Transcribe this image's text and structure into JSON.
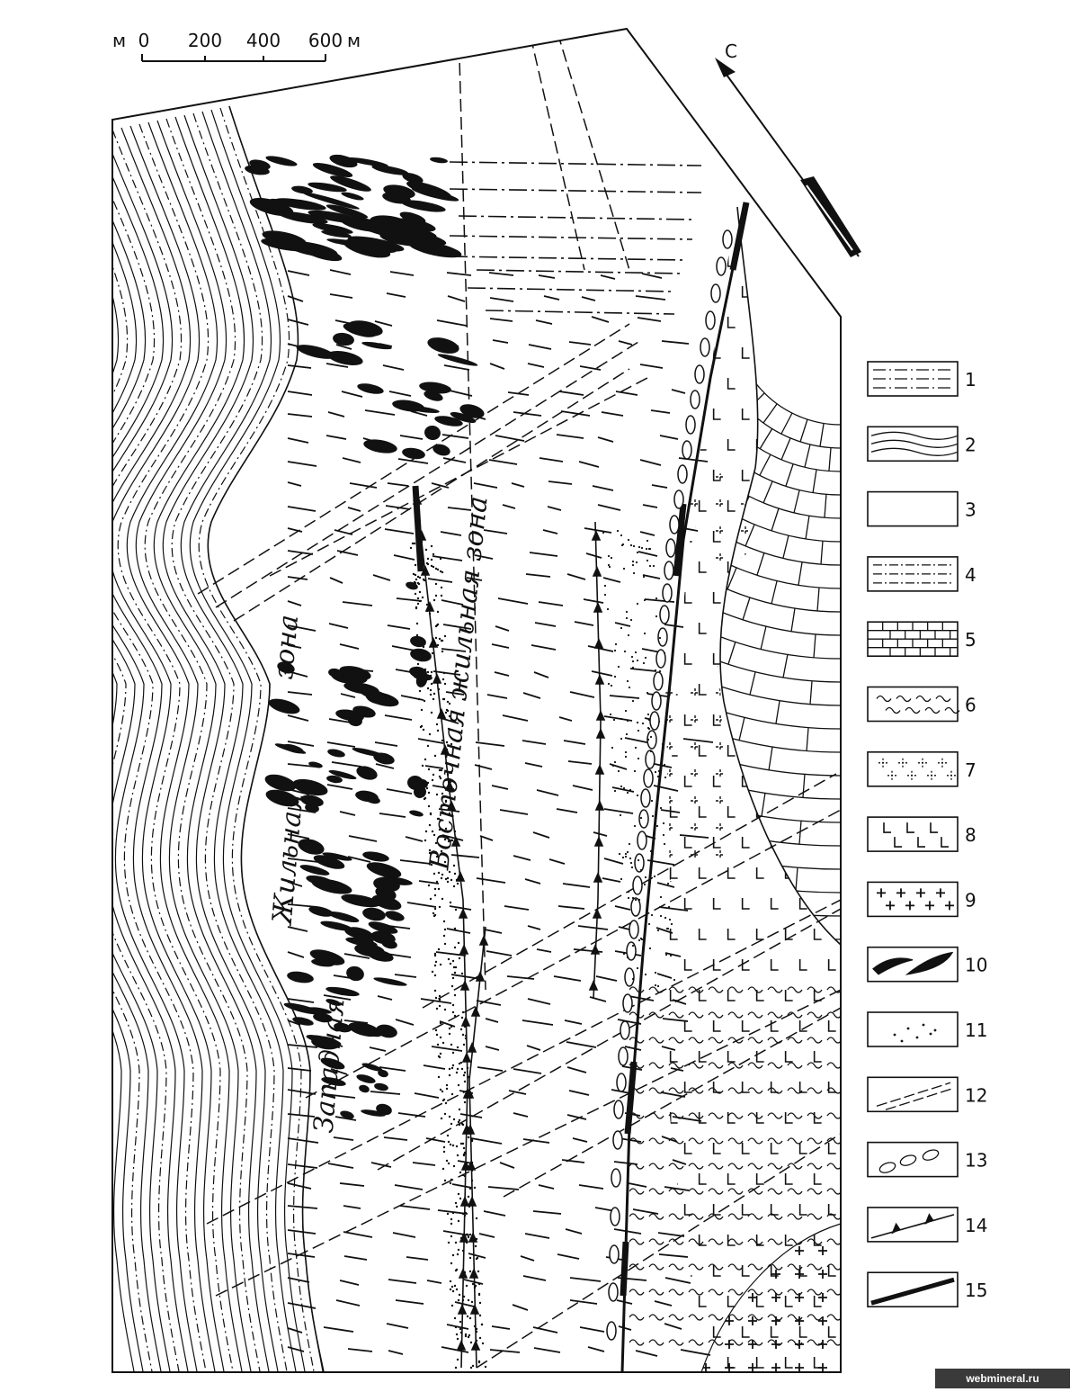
{
  "scale": {
    "unit_left": "м",
    "ticks": [
      "0",
      "200",
      "400",
      "600"
    ],
    "unit_right": "м"
  },
  "north": {
    "label": "С"
  },
  "zones": {
    "western_1": "Западная",
    "western_2": "Жильная",
    "western_3": "зона",
    "eastern": "Восточная жильная зона"
  },
  "legend": {
    "items": [
      {
        "num": "1",
        "pattern": "dash-dot-dots"
      },
      {
        "num": "2",
        "pattern": "wavy-lines"
      },
      {
        "num": "3",
        "pattern": "blank"
      },
      {
        "num": "4",
        "pattern": "dash-dot-lines"
      },
      {
        "num": "5",
        "pattern": "brick-limestone"
      },
      {
        "num": "6",
        "pattern": "tilde-schist"
      },
      {
        "num": "7",
        "pattern": "dotted-crosses"
      },
      {
        "num": "8",
        "pattern": "L-signs"
      },
      {
        "num": "9",
        "pattern": "plus-signs"
      },
      {
        "num": "10",
        "pattern": "black-lenses"
      },
      {
        "num": "11",
        "pattern": "scattered-dots"
      },
      {
        "num": "12",
        "pattern": "dashed-diagonals"
      },
      {
        "num": "13",
        "pattern": "ovals"
      },
      {
        "num": "14",
        "pattern": "toothed-thrust"
      },
      {
        "num": "15",
        "pattern": "thick-fault"
      }
    ]
  },
  "watermark": "webmineral.ru",
  "colors": {
    "ink": "#111111",
    "paper": "#ffffff",
    "watermark_bg": "#3a3a3a"
  }
}
